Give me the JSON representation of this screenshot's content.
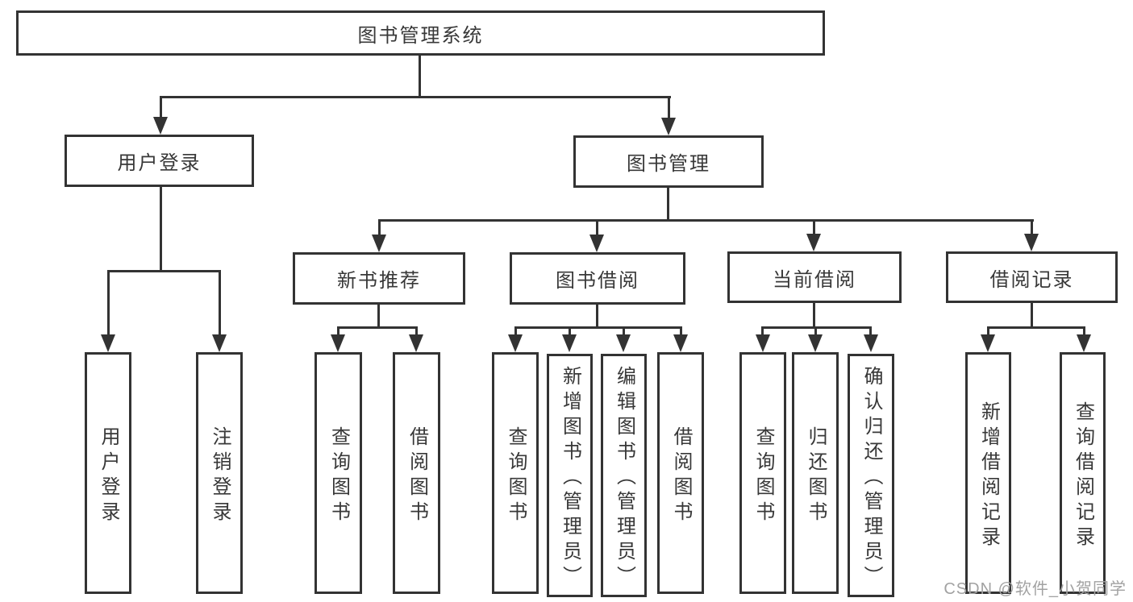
{
  "diagram": {
    "root": {
      "label": "图书管理系统"
    },
    "branches": [
      {
        "label": "用户登录",
        "children": [
          {
            "label": "用户登录"
          },
          {
            "label": "注销登录"
          }
        ]
      },
      {
        "label": "图书管理",
        "children": [
          {
            "label": "新书推荐",
            "children": [
              {
                "label": "查询图书"
              },
              {
                "label": "借阅图书"
              }
            ]
          },
          {
            "label": "图书借阅",
            "children": [
              {
                "label": "查询图书"
              },
              {
                "label": "新增图书（管理员）"
              },
              {
                "label": "编辑图书（管理员）"
              },
              {
                "label": "借阅图书"
              }
            ]
          },
          {
            "label": "当前借阅",
            "children": [
              {
                "label": "查询图书"
              },
              {
                "label": "归还图书"
              },
              {
                "label": "确认归还（管理员）"
              }
            ]
          },
          {
            "label": "借阅记录",
            "children": [
              {
                "label": "新增借阅记录"
              },
              {
                "label": "查询借阅记录"
              }
            ]
          }
        ]
      }
    ]
  },
  "watermark": {
    "text": "CSDN @软件_小贺同学"
  },
  "colors": {
    "line": "#333333",
    "text": "#383838",
    "watermark": "#a2a2a2",
    "background": "#ffffff"
  }
}
